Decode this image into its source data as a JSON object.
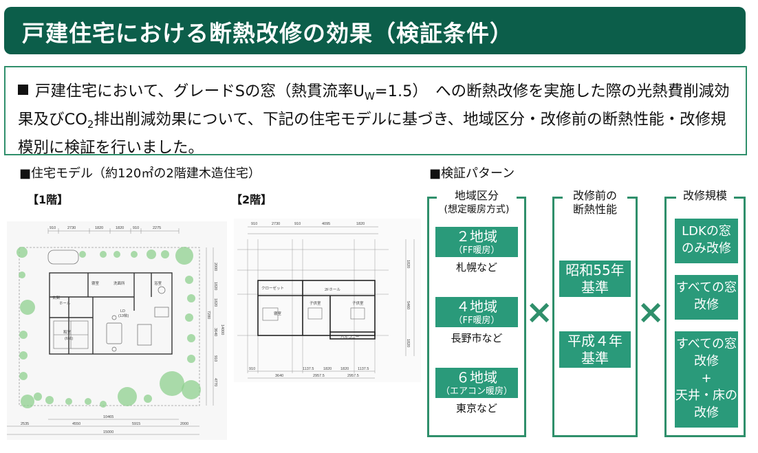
{
  "title": "戸建住宅における断熱改修の効果（検証条件）",
  "intro": {
    "part1": "戸建住宅において、グレードSの窓（熱貫流率U",
    "sub_w": "W",
    "part2": "=1.5）　への断熱改修を実施した際の光熱費削減効果及びCO",
    "sub_2": "2",
    "part3": "排出削減効果について、下記の住宅モデルに基づき、地域区分・改修前の断熱性能・改修規模別に検証を行いました。"
  },
  "house_model": {
    "heading": "■住宅モデル（約120㎡の2階建木造住宅）",
    "floor1_label": "【1階】",
    "floor2_label": "【2階】",
    "floor1_dims_top": [
      "910",
      "2730",
      "1820",
      "1820",
      "910",
      "2275"
    ],
    "floor1_dims_bottom": [
      "2535",
      "4550",
      "5915",
      "2000"
    ],
    "floor1_total_inner": "10465",
    "floor1_total": "15000",
    "floor1_right_dims": [
      "2000",
      "1820",
      "1820",
      "7280",
      "3640",
      "14000",
      "910",
      "4770"
    ],
    "floor1_rooms": [
      "寝室",
      "洗面所",
      "和室",
      "ホール",
      "玄関",
      "LD",
      "(13帖)",
      "浴室",
      "(6帖)"
    ],
    "floor2_dims_top": [
      "910",
      "2730",
      "910",
      "4095",
      "1820"
    ],
    "floor2_dims_bottom": [
      "910",
      "3640",
      "1137.5",
      "1820",
      "1820",
      "1137.5",
      "2957.5",
      "2957.5"
    ],
    "floor2_right_dims": [
      "1820",
      "5460",
      "1820"
    ],
    "floor2_rooms": [
      "クローゼット",
      "寝室",
      "2Fホール",
      "子供室",
      "子供室",
      "バルコニー"
    ]
  },
  "verification": {
    "heading": "■検証パターン",
    "region": {
      "header_line1": "地域区分",
      "header_line2": "(想定暖房方式)",
      "items": [
        {
          "label": "２地域",
          "heating": "（FF暖房）",
          "city": "札幌など"
        },
        {
          "label": "４地域",
          "heating": "（FF暖房）",
          "city": "長野市など"
        },
        {
          "label": "６地域",
          "heating": "（エアコン暖房）",
          "city": "東京など"
        }
      ]
    },
    "insulation": {
      "header_line1": "改修前の",
      "header_line2": "断熱性能",
      "items": [
        {
          "line1": "昭和55年",
          "line2": "基準"
        },
        {
          "line1": "平成４年",
          "line2": "基準"
        }
      ]
    },
    "scale": {
      "header": "改修規模",
      "items": [
        {
          "lines": [
            "LDKの窓",
            "のみ改修"
          ]
        },
        {
          "lines": [
            "すべての窓",
            "改修"
          ]
        },
        {
          "lines": [
            "すべての窓",
            "改修",
            "+",
            "天井・床の",
            "改修"
          ]
        }
      ]
    },
    "times_symbol": "×"
  },
  "colors": {
    "title_bg": "#0c5e4a",
    "accent": "#2f8f6b",
    "box": "#2a9a7a",
    "tree": "#8fd08f"
  }
}
